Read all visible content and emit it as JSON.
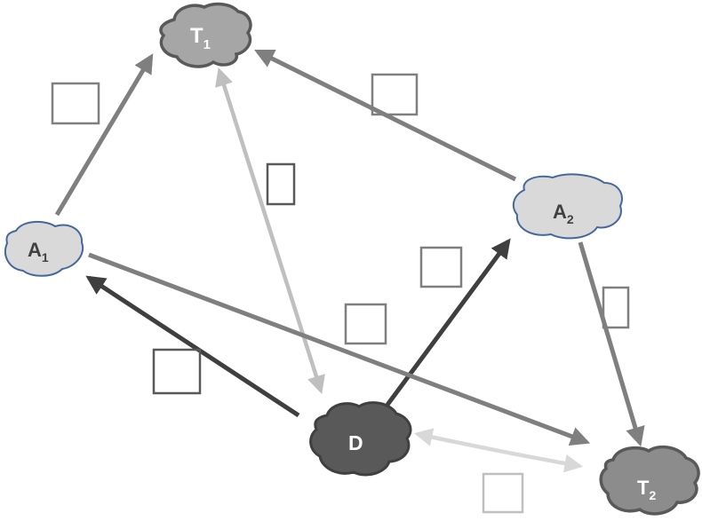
{
  "diagram": {
    "title": "",
    "background_color": "#ffffff",
    "nodes": {
      "t1": {
        "label": "T",
        "sub": "1",
        "fill": "#a6a6a6",
        "stroke": "#595959",
        "text_color": "#ffffff"
      },
      "a1": {
        "label": "A",
        "sub": "1",
        "fill": "#d9d9d9",
        "stroke": "#44689d",
        "text_color": "#404040"
      },
      "a2": {
        "label": "A",
        "sub": "2",
        "fill": "#d9d9d9",
        "stroke": "#44689d",
        "text_color": "#404040"
      },
      "d": {
        "label": "D",
        "sub": "",
        "fill": "#595959",
        "stroke": "#404040",
        "text_color": "#ffffff"
      },
      "t2": {
        "label": "T",
        "sub": "2",
        "fill": "#8c8c8c",
        "stroke": "#595959",
        "text_color": "#ffffff"
      }
    },
    "edges": [
      {
        "from": "A1",
        "to": "T1",
        "direction": "one-way",
        "color": "#7f7f7f"
      },
      {
        "from": "A2",
        "to": "T1",
        "direction": "one-way",
        "color": "#7f7f7f"
      },
      {
        "from": "T1",
        "to": "D",
        "direction": "two-way",
        "color": "#bfbfbf"
      },
      {
        "from": "D",
        "to": "A2",
        "direction": "one-way",
        "color": "#3f3f3f"
      },
      {
        "from": "D",
        "to": "A1",
        "direction": "one-way",
        "color": "#3f3f3f"
      },
      {
        "from": "A1",
        "to": "T2",
        "direction": "one-way",
        "color": "#7f7f7f"
      },
      {
        "from": "A2",
        "to": "T2",
        "direction": "one-way",
        "color": "#7f7f7f"
      },
      {
        "from": "D",
        "to": "T2",
        "direction": "two-way",
        "color": "#d8d8d8"
      }
    ],
    "empty_label_boxes": {
      "count": 8,
      "description": "empty square placeholder boxes (blank glyph boxes) next to arrows",
      "colors": [
        "#7f7f7f",
        "#7f7f7f",
        "#595959",
        "#7f7f7f",
        "#7f7f7f",
        "#595959",
        "#7f7f7f",
        "#bfbfbf"
      ]
    }
  }
}
